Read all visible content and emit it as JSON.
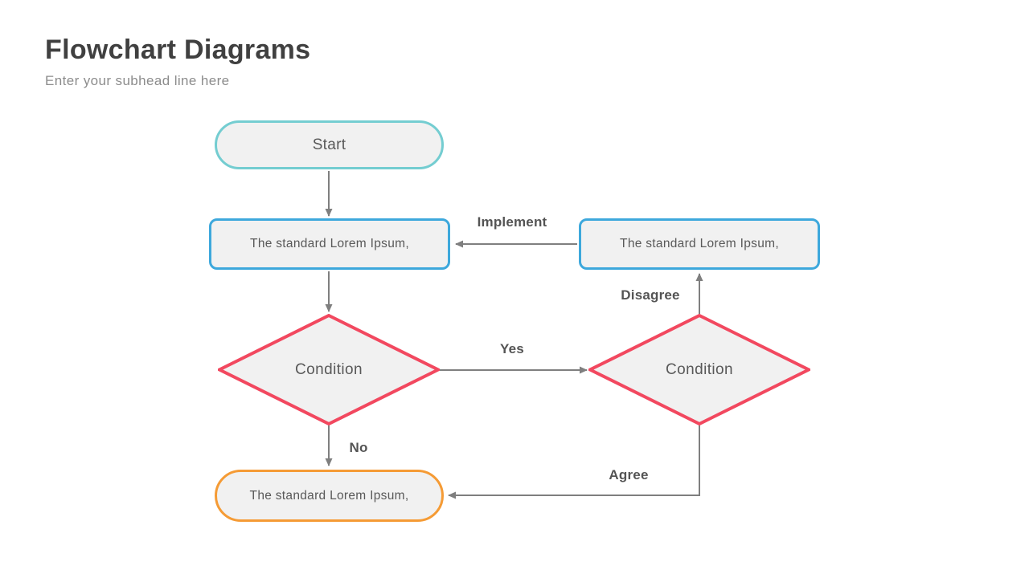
{
  "header": {
    "title": "Flowchart Diagrams",
    "subtitle": "Enter your subhead line here"
  },
  "nodes": {
    "start": {
      "label": "Start",
      "shape": "pill",
      "border_color": "#74CDD1"
    },
    "process_left": {
      "label": "The standard Lorem Ipsum,",
      "shape": "rounded-rect",
      "border_color": "#3DA8DC"
    },
    "process_right": {
      "label": "The standard Lorem Ipsum,",
      "shape": "rounded-rect",
      "border_color": "#3DA8DC"
    },
    "condition_left": {
      "label": "Condition",
      "shape": "diamond",
      "border_color": "#F2485F"
    },
    "condition_right": {
      "label": "Condition",
      "shape": "diamond",
      "border_color": "#F2485F"
    },
    "terminal": {
      "label": "The standard Lorem Ipsum,",
      "shape": "pill",
      "border_color": "#F59B35"
    }
  },
  "edge_labels": {
    "implement": "Implement",
    "yes": "Yes",
    "no": "No",
    "disagree": "Disagree",
    "agree": "Agree"
  },
  "colors": {
    "teal": "#74CDD1",
    "blue": "#3DA8DC",
    "red": "#F2485F",
    "orange": "#F59B35",
    "node-fill": "#F1F1F1",
    "arrow": "#7F7F7F",
    "title": "#404040",
    "subtitle": "#8C8C8C",
    "node-text": "#595959",
    "label-text": "#545454"
  }
}
